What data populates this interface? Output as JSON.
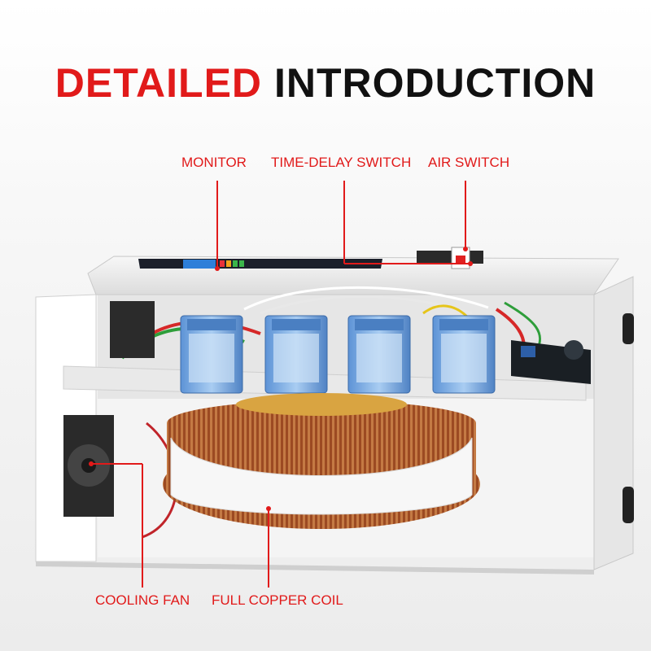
{
  "headline": {
    "red_part": "DETAILED",
    "black_part": "INTRODUCTION"
  },
  "callouts": {
    "monitor": "MONITOR",
    "time_delay_switch": "TIME-DELAY SWITCH",
    "air_switch": "AIR SWITCH",
    "cooling_fan": "COOLING FAN",
    "full_copper_coil": "FULL COPPER COIL"
  },
  "colors": {
    "accent": "#e11a1a",
    "text": "#111111",
    "relay_blue": "#7fb2e8",
    "coil_copper": "#a0522d",
    "housing": "#f2f2f2"
  }
}
